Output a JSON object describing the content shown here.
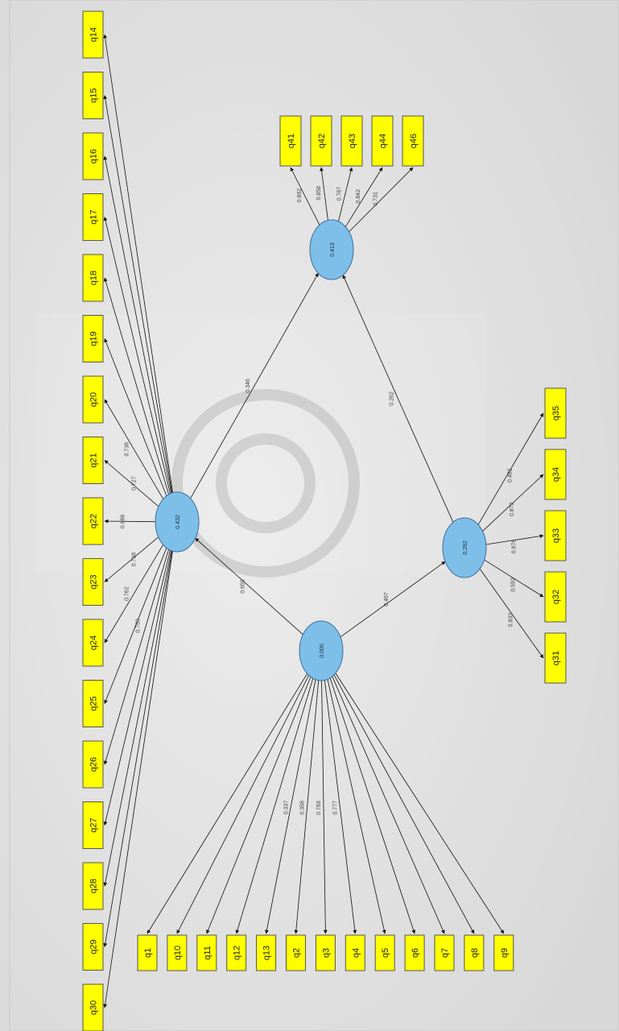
{
  "diagram": {
    "colors": {
      "background": "#dcdcdc",
      "indicator": "#ffff00",
      "latent": "#7dbfe9",
      "line": "#111111"
    },
    "latents": [
      {
        "id": "A",
        "value": "0.432",
        "name": ""
      },
      {
        "id": "B",
        "value": "0.413",
        "name": ""
      },
      {
        "id": "C",
        "value": "0.000",
        "name": ""
      },
      {
        "id": "D",
        "value": "0.292",
        "name": ""
      }
    ],
    "paths": [
      {
        "from": "A",
        "to": "B",
        "label": "0.346"
      },
      {
        "from": "C",
        "to": "A",
        "label": "0.659"
      },
      {
        "from": "C",
        "to": "D",
        "label": "0.467"
      },
      {
        "from": "D",
        "to": "B",
        "label": "0.262"
      }
    ],
    "top_indicators": [
      "q14",
      "q15",
      "q16",
      "q17",
      "q18",
      "q19",
      "q20",
      "q21",
      "q22",
      "q23",
      "q24",
      "q25",
      "q26",
      "q27",
      "q28",
      "q29",
      "q30"
    ],
    "top_loadings": [
      "",
      "",
      "",
      "",
      "",
      "",
      "0.738",
      "0.727",
      "0.686",
      "0.738",
      "0.762",
      "0.753",
      "",
      "",
      "",
      "",
      ""
    ],
    "bottom_indicators": [
      "q1",
      "q10",
      "q11",
      "q12",
      "q13",
      "q2",
      "q3",
      "q4",
      "q5",
      "q6",
      "q7",
      "q8",
      "q9"
    ],
    "bottom_loadings": [
      "",
      "",
      "",
      "",
      "0.337",
      "0.358",
      "0.783",
      "0.777",
      "",
      "",
      "",
      "",
      ""
    ],
    "right_indicators": [
      "q41",
      "q42",
      "q43",
      "q44",
      "q46"
    ],
    "right_loadings": [
      "0.892",
      "0.858",
      "0.787",
      "0.842",
      "0.731"
    ],
    "lower_indicators": [
      "q31",
      "q32",
      "q33",
      "q34",
      "q35"
    ],
    "lower_loadings": [
      "0.833",
      "0.592",
      "0.876",
      "0.872",
      "0.482"
    ]
  }
}
